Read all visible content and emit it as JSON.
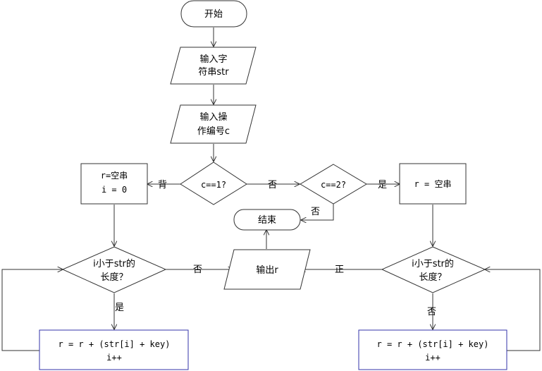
{
  "nodes": {
    "start": "开始",
    "input_str": [
      "输入字",
      "符串str"
    ],
    "input_op": [
      "输入操",
      "作编号c"
    ],
    "decision_c1": "c==1?",
    "decision_c2": "c==2?",
    "init_left": [
      "r=空串",
      "i = 0"
    ],
    "init_right": "r = 空串",
    "end": "结束",
    "loop_left": [
      "i小于str的",
      "长度？"
    ],
    "loop_right": [
      "i小于str的",
      "长度？"
    ],
    "output": "输出r",
    "process_left": [
      "r = r + (str[i] + key)",
      "i++"
    ],
    "process_right": [
      "r = r + (str[i] + key)",
      "i++"
    ]
  },
  "edge_labels": {
    "c1_yes": "背",
    "c1_no": "否",
    "c2_yes": "是",
    "c2_no": "否",
    "left_loop_no": "否",
    "left_loop_yes": "是",
    "right_loop_no": "否",
    "right_loop_yes": "正"
  }
}
